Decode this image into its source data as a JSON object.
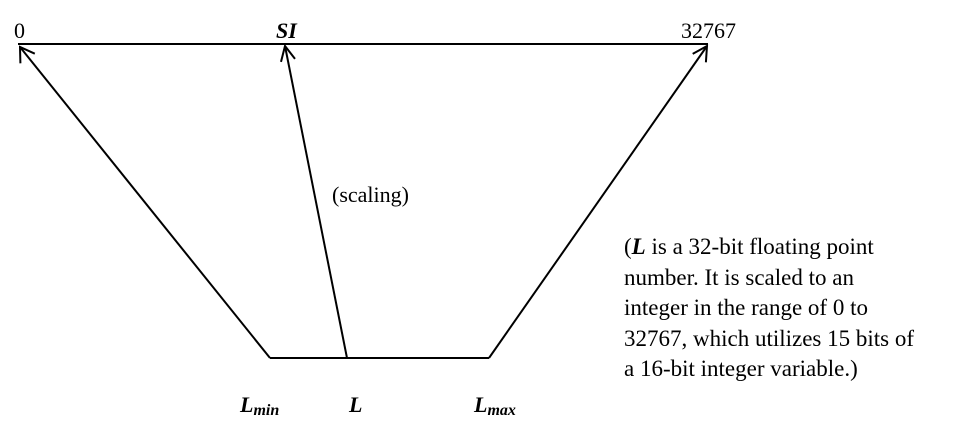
{
  "labels": {
    "scale_min": "0",
    "scale_name": "SI",
    "scale_max": "32767",
    "scaling": "(scaling)",
    "l_min_base": "L",
    "l_min_sub": "min",
    "l": "L",
    "l_max_base": "L",
    "l_max_sub": "max"
  },
  "note": {
    "open_paren": "(",
    "var": "L",
    "line1_rest": " is a 32-bit floating point",
    "line2": "number.  It is scaled to an",
    "line3": "integer in the range of 0 to",
    "line4": "32767, which utilizes 15 bits of",
    "line5": "a 16-bit integer variable.)"
  }
}
